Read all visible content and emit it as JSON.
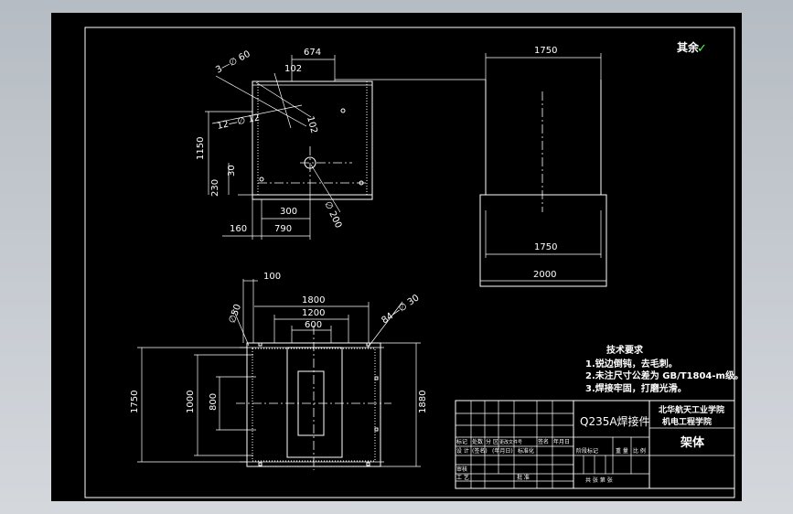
{
  "roughness_note": {
    "text": "其余",
    "mark": "✓"
  },
  "dims_side_view": {
    "d674": "674",
    "d102a": "102",
    "d102b": "102",
    "hole3": "3—∅ 60",
    "hole12": "12—∅ 12",
    "d1150": "1150",
    "d30": "30",
    "d230": "230",
    "d300": "300",
    "d790": "790",
    "d160": "160",
    "d200": "∅ 200"
  },
  "dims_front_view": {
    "d1750_top": "1750",
    "d1750_bottom": "1750",
    "d2000": "2000"
  },
  "dims_top_view": {
    "d100": "100",
    "d1800": "1800",
    "d1200": "1200",
    "d600": "600",
    "d1750": "1750",
    "d1000": "1000",
    "d800": "800",
    "d1880": "1880",
    "hole84": "84—∅ 30",
    "chamfer": "∅50"
  },
  "tech_requirements": {
    "title": "技术要求",
    "items": [
      "1.锐边倒钝，去毛刺。",
      "2.未注尺寸公差为 GB/T1804-m级。",
      "3.焊接牢固，打磨光滑。"
    ]
  },
  "title_block": {
    "material": "Q235A焊接件",
    "school1": "北华航天工业学院",
    "school2": "机电工程学院",
    "part_name": "架体",
    "row_labels": [
      "标记",
      "处数",
      "分 区",
      "更改文件号",
      "签名",
      "年月日"
    ],
    "row2_labels": [
      "设 计",
      "(签名)",
      "(年月日)",
      "标准化"
    ],
    "stage_labels": [
      "阶段标记",
      "重 量",
      "比 例"
    ],
    "review": "审核",
    "process": "工 艺",
    "approve": "批 准",
    "sheets": "共 张  第 张"
  }
}
